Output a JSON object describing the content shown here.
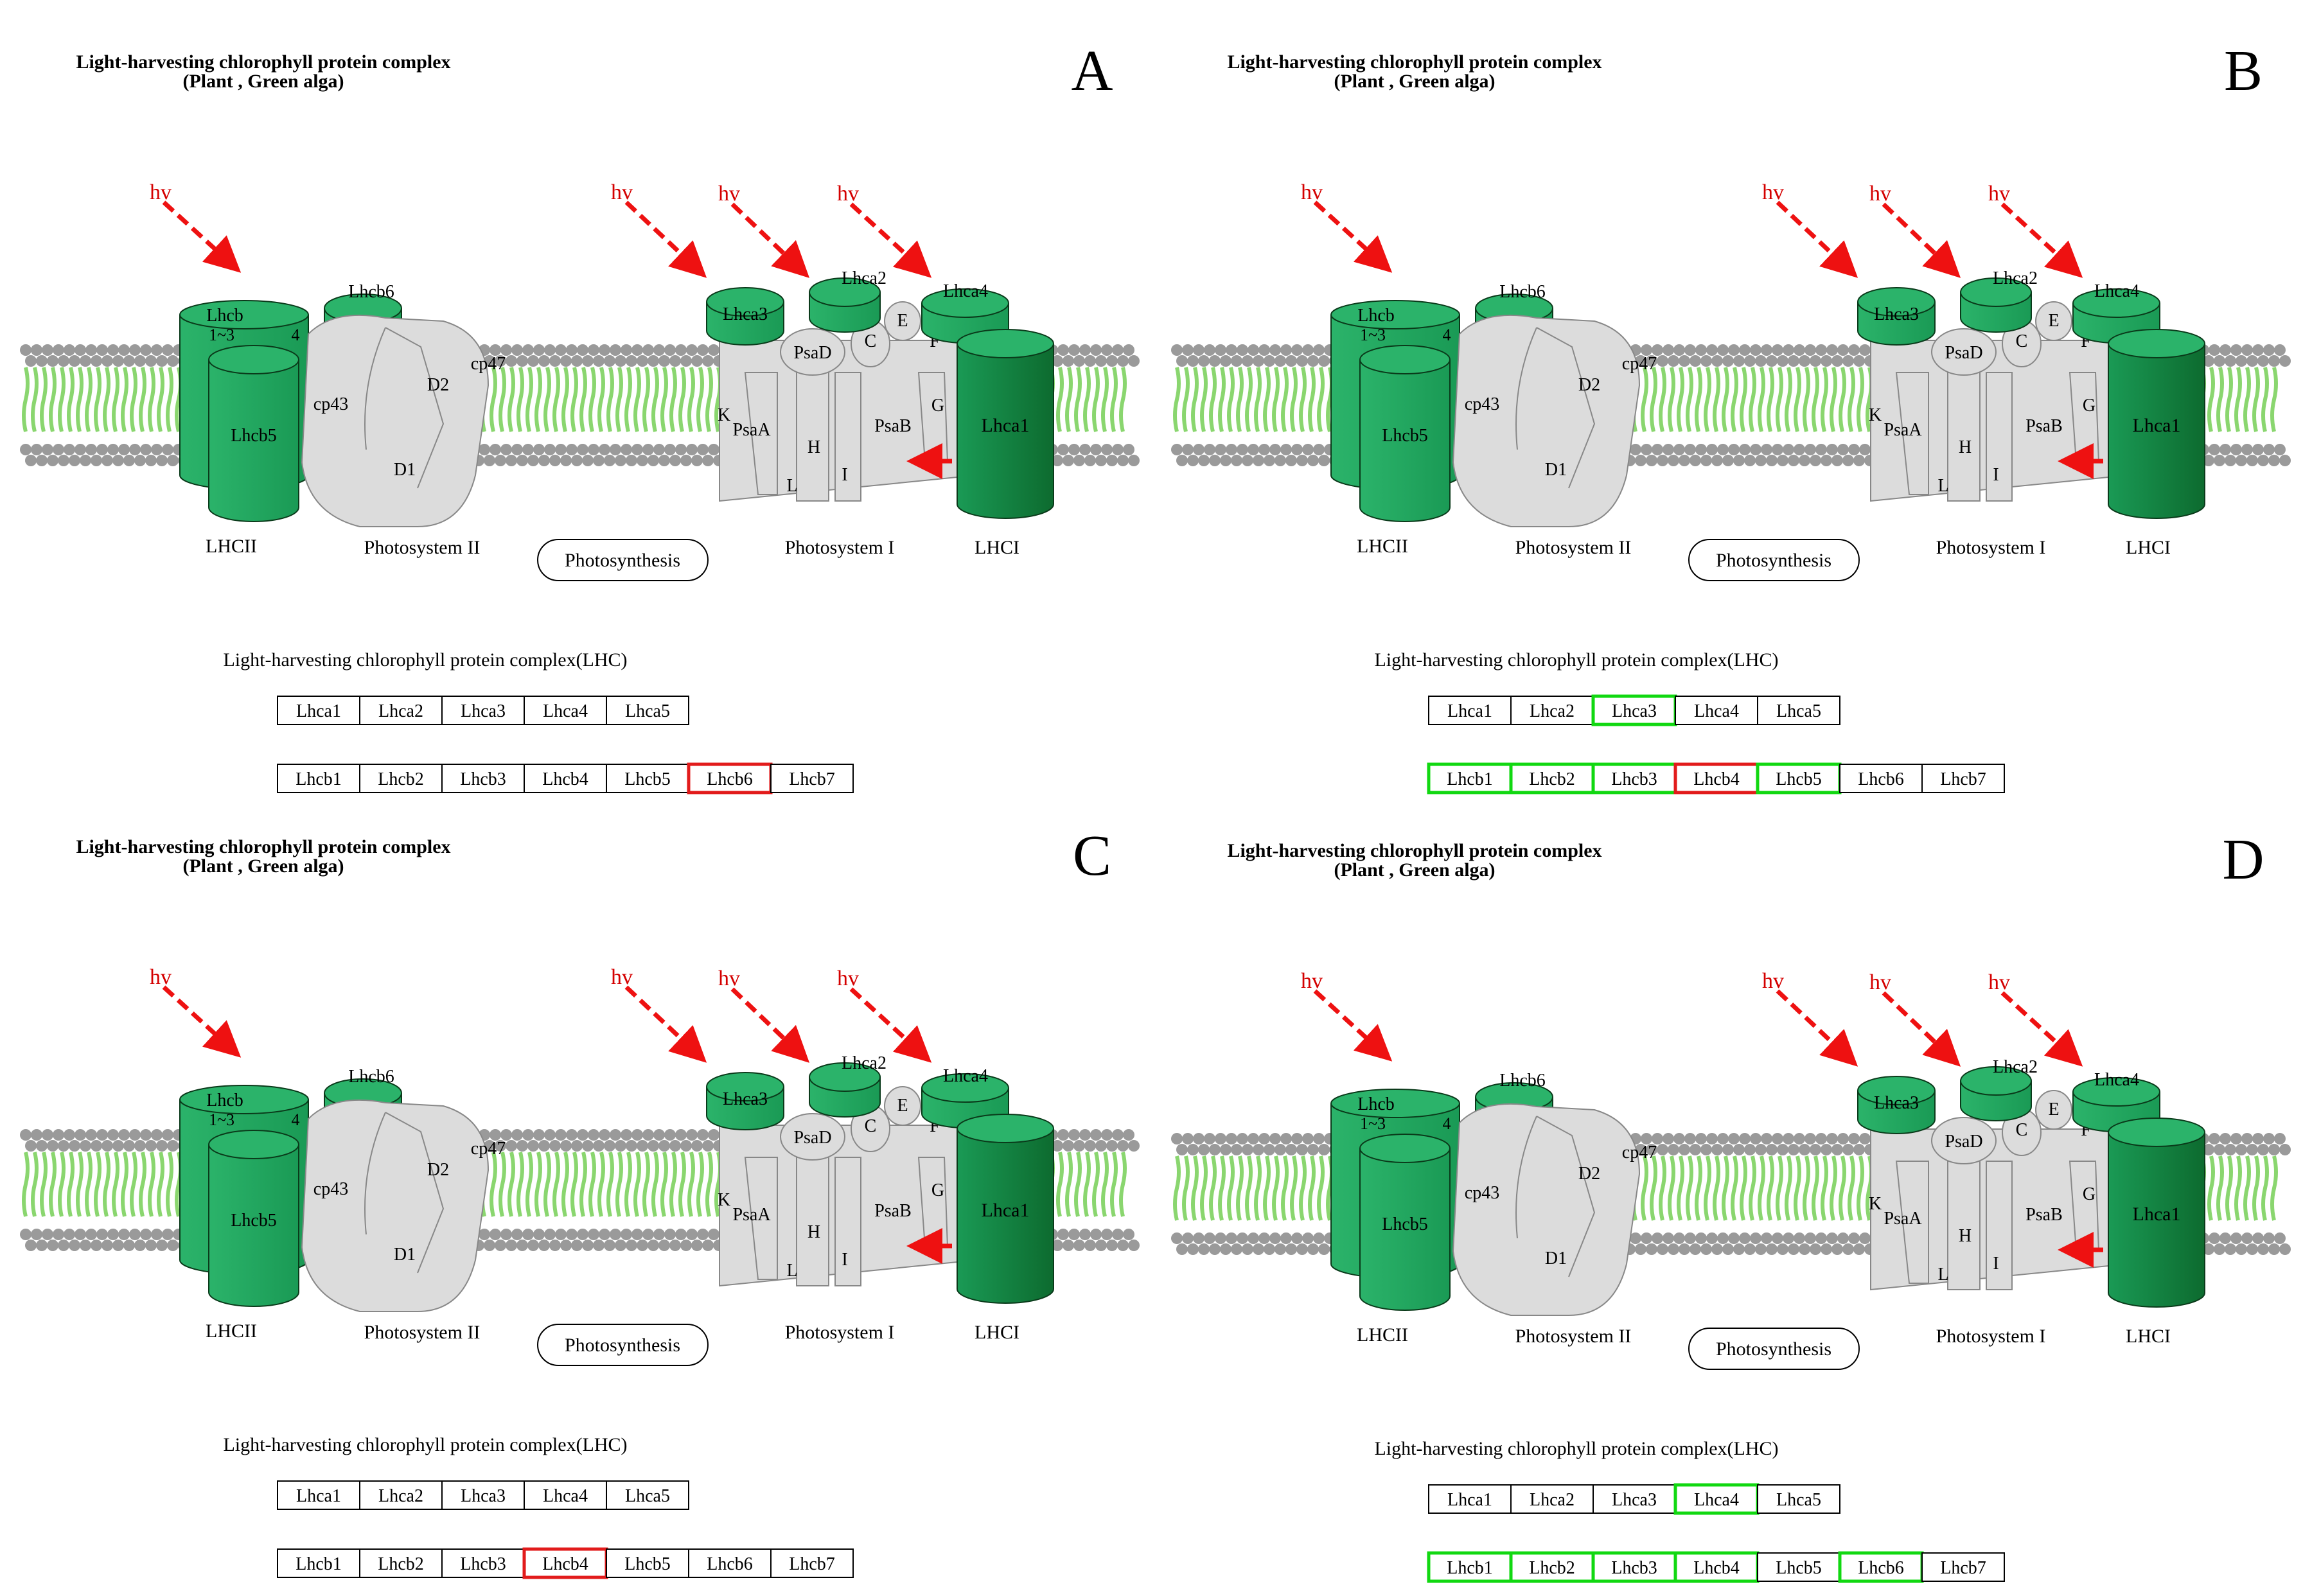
{
  "colors": {
    "highlight_red": "#e21b1b",
    "highlight_green": "#11d811",
    "box_default": "#000000",
    "arrow_red": "#ee1111",
    "membrane_head": "#9a9a9a",
    "lipid_tail": "#8ad66f",
    "protein_gray": "#dcdcdc",
    "lhc_green_dark": "#0d6b2f",
    "lhc_green_mid": "#1a9a55",
    "lhc_green_light": "#2bb36a"
  },
  "diagram": {
    "title_line1": "Light-harvesting chlorophyll protein complex",
    "title_line2": "(Plant , Green alga)",
    "hv_label": "hv",
    "complex_labels": {
      "lhcb": "Lhcb",
      "lhcb_13": "1~3",
      "lhcb_4": "4",
      "lhcb6": "Lhcb6",
      "lhcb5": "Lhcb5",
      "cp43": "cp43",
      "cp47": "cp47",
      "d1": "D1",
      "d2": "D2",
      "lhca1": "Lhca1",
      "lhca2": "Lhca2",
      "lhca3": "Lhca3",
      "lhca4": "Lhca4",
      "psaA": "PsaA",
      "psaB": "PsaB",
      "psaD": "PsaD",
      "c": "C",
      "e": "E",
      "f": "F",
      "g": "G",
      "h": "H",
      "i": "I",
      "k": "K",
      "l": "L"
    },
    "bottom_labels": {
      "lhcii": "LHCII",
      "ps2": "Photosystem II",
      "ps1": "Photosystem I",
      "lhci": "LHCI",
      "photosynthesis": "Photosynthesis"
    },
    "lhc_section_title": "Light-harvesting chlorophyll protein complex(LHC)",
    "lhca_genes": [
      "Lhca1",
      "Lhca2",
      "Lhca3",
      "Lhca4",
      "Lhca5"
    ],
    "lhcb_genes": [
      "Lhcb1",
      "Lhcb2",
      "Lhcb3",
      "Lhcb4",
      "Lhcb5",
      "Lhcb6",
      "Lhcb7"
    ]
  },
  "panels": [
    {
      "letter": "A",
      "lhca_highlight": [
        "none",
        "none",
        "none",
        "none",
        "none"
      ],
      "lhcb_highlight": [
        "none",
        "none",
        "none",
        "none",
        "none",
        "red",
        "none"
      ]
    },
    {
      "letter": "B",
      "lhca_highlight": [
        "none",
        "none",
        "green",
        "none",
        "none"
      ],
      "lhcb_highlight": [
        "green",
        "green",
        "green",
        "red",
        "green",
        "none",
        "none"
      ]
    },
    {
      "letter": "C",
      "lhca_highlight": [
        "none",
        "none",
        "none",
        "none",
        "none"
      ],
      "lhcb_highlight": [
        "none",
        "none",
        "none",
        "red",
        "none",
        "none",
        "none"
      ]
    },
    {
      "letter": "D",
      "lhca_highlight": [
        "none",
        "none",
        "none",
        "green",
        "none"
      ],
      "lhcb_highlight": [
        "green",
        "green",
        "green",
        "green",
        "none",
        "green",
        "none"
      ]
    }
  ]
}
